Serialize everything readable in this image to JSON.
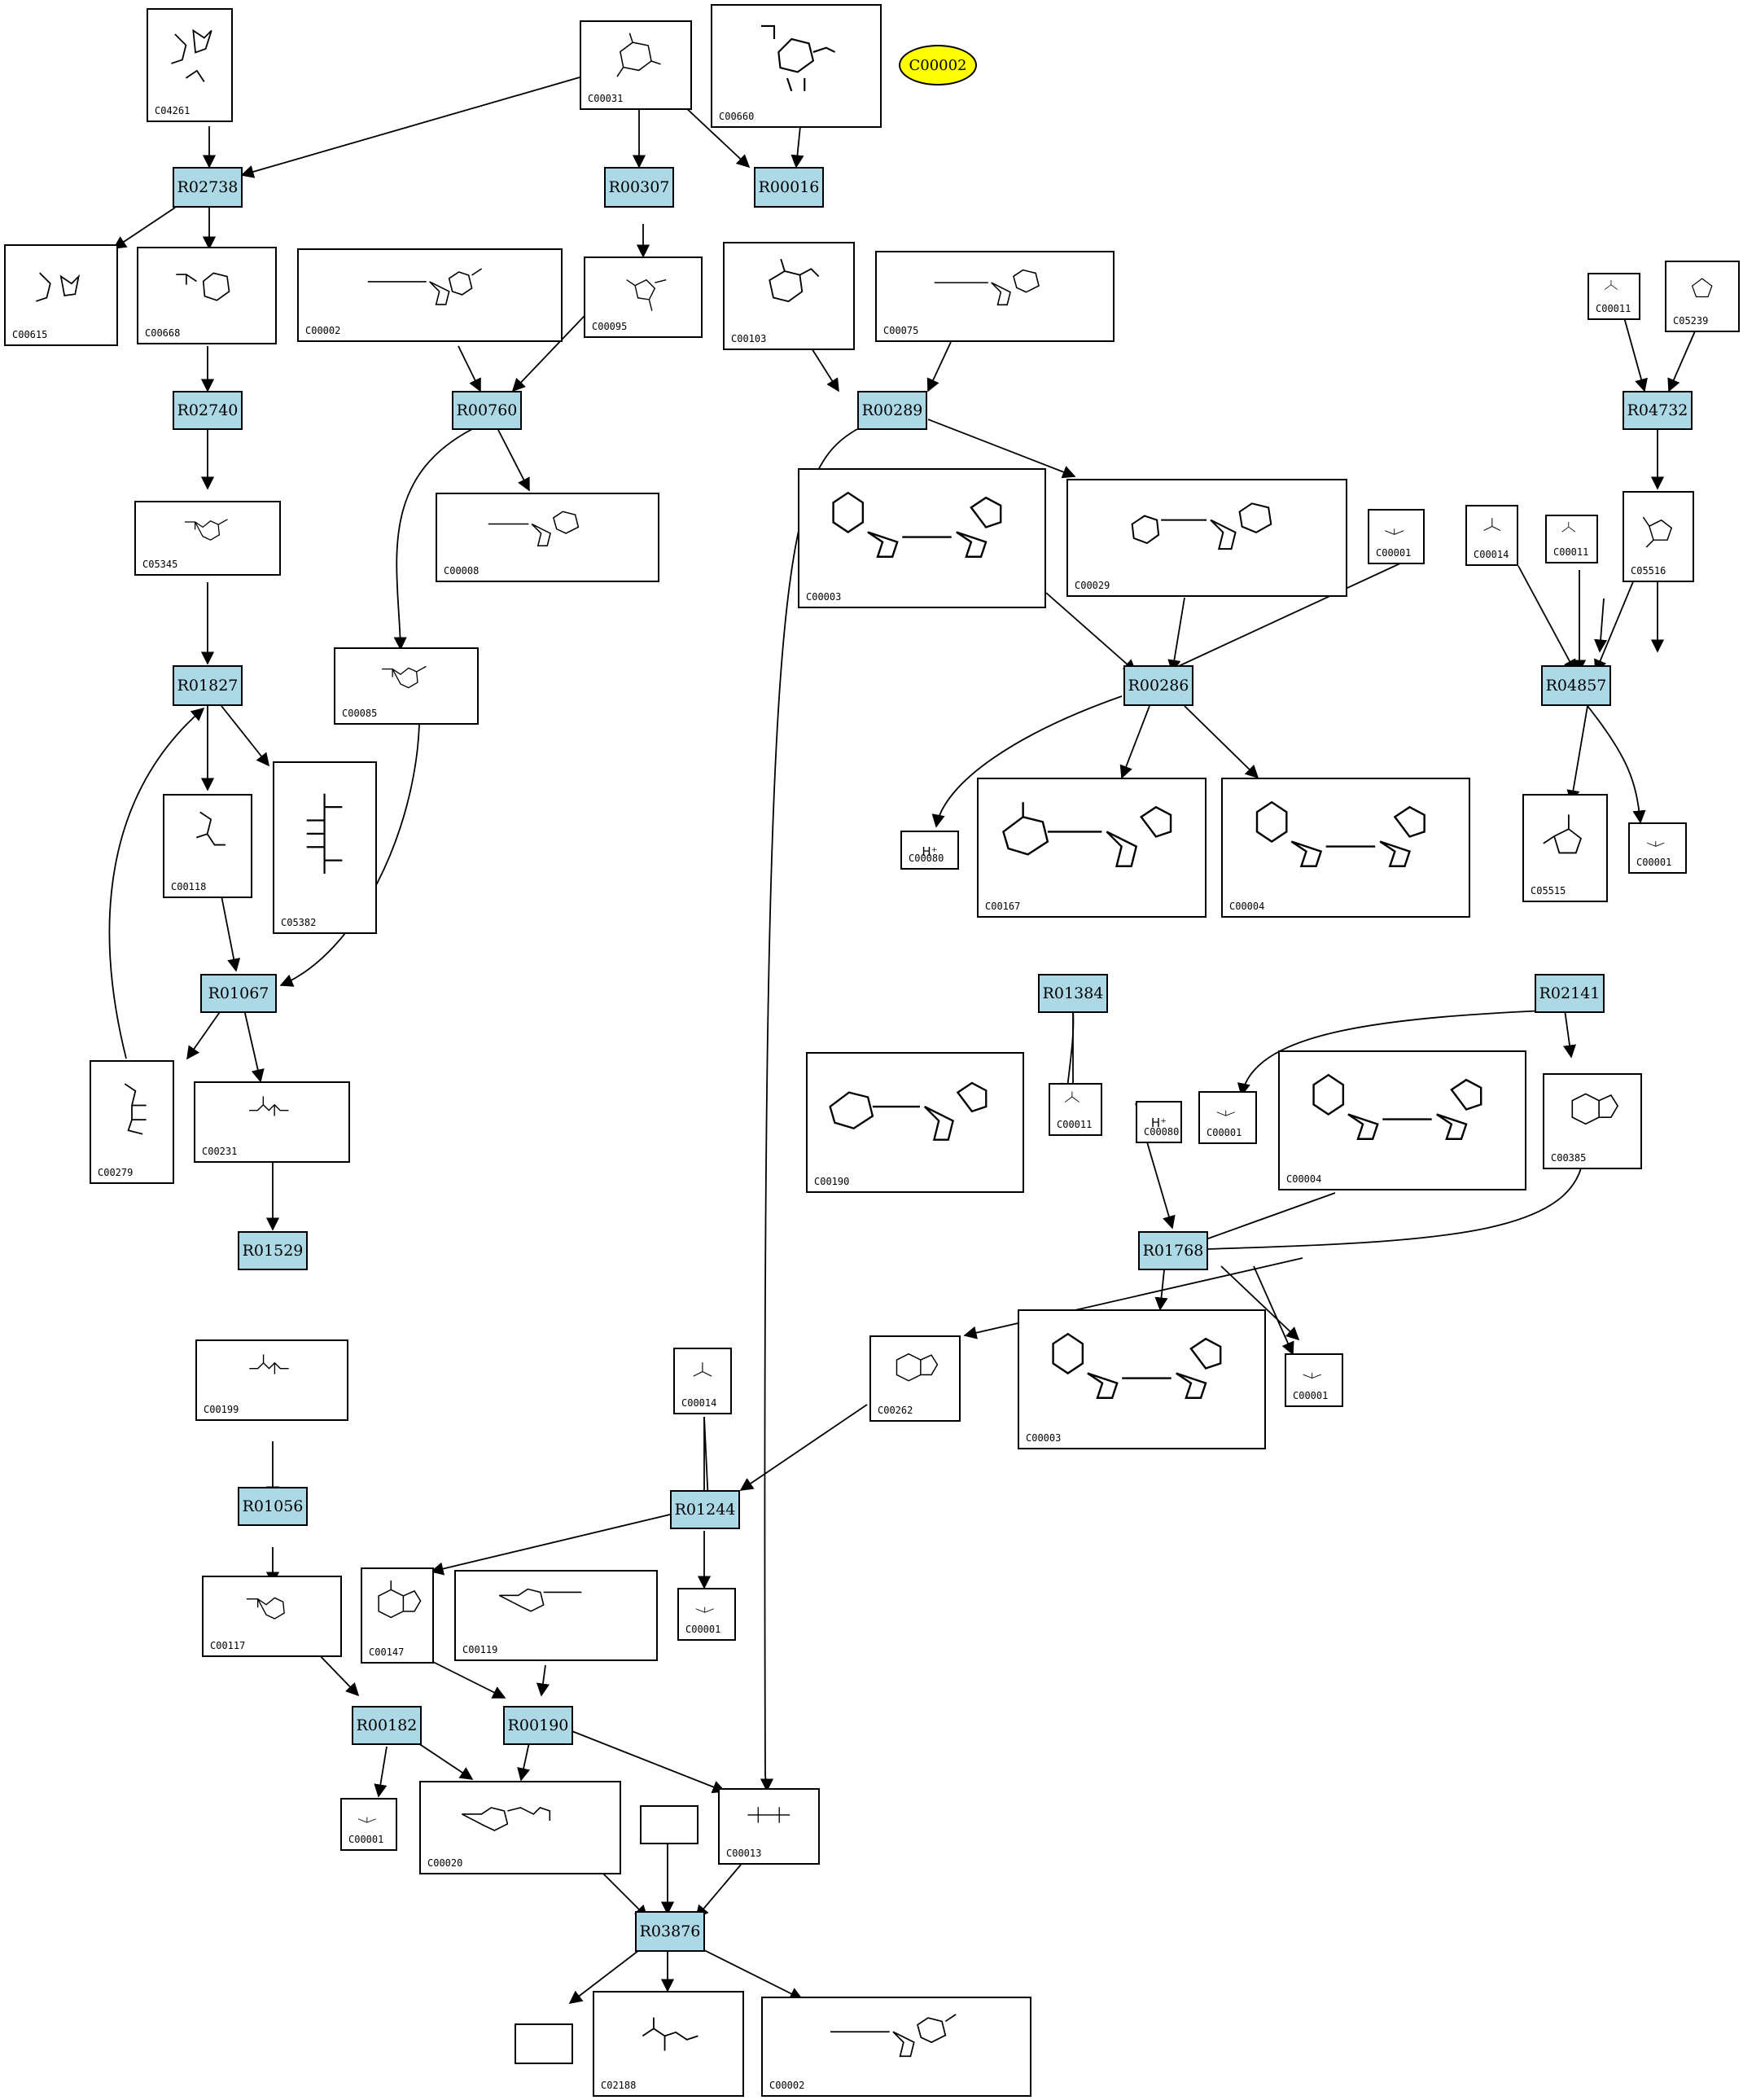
{
  "pathway_label": "C00002",
  "reactions": [
    {
      "key": "R02738",
      "label": "R02738"
    },
    {
      "key": "R00307",
      "label": "R00307"
    },
    {
      "key": "R00016",
      "label": "R00016"
    },
    {
      "key": "R02740",
      "label": "R02740"
    },
    {
      "key": "R00760",
      "label": "R00760"
    },
    {
      "key": "R00289",
      "label": "R00289"
    },
    {
      "key": "R04732",
      "label": "R04732"
    },
    {
      "key": "R01827",
      "label": "R01827"
    },
    {
      "key": "R00286",
      "label": "R00286"
    },
    {
      "key": "R04857",
      "label": "R04857"
    },
    {
      "key": "R01067",
      "label": "R01067"
    },
    {
      "key": "R01384",
      "label": "R01384"
    },
    {
      "key": "R02141",
      "label": "R02141"
    },
    {
      "key": "R01529",
      "label": "R01529"
    },
    {
      "key": "R01768",
      "label": "R01768"
    },
    {
      "key": "R01056",
      "label": "R01056"
    },
    {
      "key": "R01244",
      "label": "R01244"
    },
    {
      "key": "R00182",
      "label": "R00182"
    },
    {
      "key": "R00190",
      "label": "R00190"
    },
    {
      "key": "R03876",
      "label": "R03876"
    }
  ],
  "compounds": [
    {
      "key": "c04261",
      "id": "C04261",
      "structure": "peptide-histidine-phosphate"
    },
    {
      "key": "c00031",
      "id": "C00031",
      "structure": "glucose"
    },
    {
      "key": "c00660",
      "id": "C00660",
      "structure": "sugar-bisphosphate"
    },
    {
      "key": "c00615",
      "id": "C00615",
      "structure": "peptide-histidine"
    },
    {
      "key": "c00668",
      "id": "C00668",
      "structure": "glucose-6-phosphate"
    },
    {
      "key": "c00002a",
      "id": "C00002",
      "structure": "atp"
    },
    {
      "key": "c00095",
      "id": "C00095",
      "structure": "fructose"
    },
    {
      "key": "c00103",
      "id": "C00103",
      "structure": "glucose-1-phosphate"
    },
    {
      "key": "c00075",
      "id": "C00075",
      "structure": "utp"
    },
    {
      "key": "c00011a",
      "id": "C00011",
      "structure": "co2"
    },
    {
      "key": "c05239",
      "id": "C05239",
      "structure": "imidazole"
    },
    {
      "key": "c05345",
      "id": "C05345",
      "structure": "fructose-6-phosphate"
    },
    {
      "key": "c00008",
      "id": "C00008",
      "structure": "adp"
    },
    {
      "key": "c00003a",
      "id": "C00003",
      "structure": "nad"
    },
    {
      "key": "c00029",
      "id": "C00029",
      "structure": "udp-glucose"
    },
    {
      "key": "c00001a",
      "id": "C00001",
      "structure": "water"
    },
    {
      "key": "c00014a",
      "id": "C00014",
      "structure": "ammonia"
    },
    {
      "key": "c00011b",
      "id": "C00011",
      "structure": "co2"
    },
    {
      "key": "c05516",
      "id": "C05516",
      "structure": "aminoimidazole-carboxylate"
    },
    {
      "key": "c00085",
      "id": "C00085",
      "structure": "fructose-6-phosphate"
    },
    {
      "key": "c00118",
      "id": "C00118",
      "structure": "glyceraldehyde-3-phosphate"
    },
    {
      "key": "c05382",
      "id": "C05382",
      "structure": "sedoheptulose-phosphate"
    },
    {
      "key": "c00080a",
      "id": "C00080",
      "structure": "proton"
    },
    {
      "key": "c00167",
      "id": "C00167",
      "structure": "udp-glucuronate"
    },
    {
      "key": "c00004a",
      "id": "C00004",
      "structure": "nadh"
    },
    {
      "key": "c05515",
      "id": "C05515",
      "structure": "carbamoyl-imidazole"
    },
    {
      "key": "c00001b",
      "id": "C00001",
      "structure": "water"
    },
    {
      "key": "c00279",
      "id": "C00279",
      "structure": "erythrose-4-phosphate"
    },
    {
      "key": "c00231",
      "id": "C00231",
      "structure": "xylulose-5-phosphate"
    },
    {
      "key": "c00190",
      "id": "C00190",
      "structure": "udp-xylose"
    },
    {
      "key": "c00011c",
      "id": "C00011",
      "structure": "co2"
    },
    {
      "key": "c00080b",
      "id": "C00080",
      "structure": "proton"
    },
    {
      "key": "c00001c",
      "id": "C00001",
      "structure": "water"
    },
    {
      "key": "c00004b",
      "id": "C00004",
      "structure": "nadh"
    },
    {
      "key": "c00385",
      "id": "C00385",
      "structure": "xanthine"
    },
    {
      "key": "c00199",
      "id": "C00199",
      "structure": "ribulose-5-phosphate"
    },
    {
      "key": "c00014b",
      "id": "C00014",
      "structure": "ammonia"
    },
    {
      "key": "c00262",
      "id": "C00262",
      "structure": "hypoxanthine"
    },
    {
      "key": "c00003b",
      "id": "C00003",
      "structure": "nad"
    },
    {
      "key": "c00001d",
      "id": "C00001",
      "structure": "water"
    },
    {
      "key": "c00117",
      "id": "C00117",
      "structure": "ribose-5-phosphate"
    },
    {
      "key": "c00147",
      "id": "C00147",
      "structure": "adenine"
    },
    {
      "key": "c00119",
      "id": "C00119",
      "structure": "prpp"
    },
    {
      "key": "c00001e",
      "id": "C00001",
      "structure": "water"
    },
    {
      "key": "c00001f",
      "id": "C00001",
      "structure": "water"
    },
    {
      "key": "c00020",
      "id": "C00020",
      "structure": "amp"
    },
    {
      "key": "blank1",
      "id": "",
      "structure": "blank"
    },
    {
      "key": "c00013",
      "id": "C00013",
      "structure": "pyrophosphate"
    },
    {
      "key": "blank2",
      "id": "",
      "structure": "blank"
    },
    {
      "key": "c02188",
      "id": "C02188",
      "structure": "peptide-lysine"
    },
    {
      "key": "c00002b",
      "id": "C00002",
      "structure": "atp"
    }
  ],
  "colors": {
    "reaction_fill": "#add8e6",
    "highlight_fill": "#ffff00",
    "stroke": "#000000"
  }
}
